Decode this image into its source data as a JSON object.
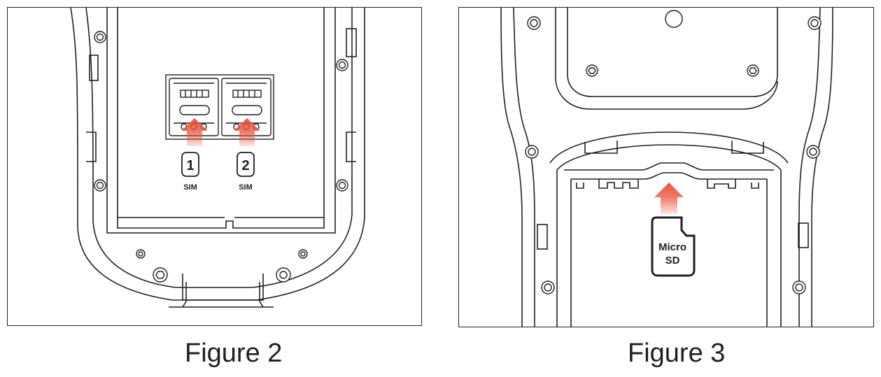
{
  "figure_left": {
    "caption_word": "Figure",
    "caption_num": "2",
    "slot1_number": "1",
    "slot1_label": "SIM",
    "slot2_number": "2",
    "slot2_label": "SIM"
  },
  "figure_right": {
    "caption_word": "Figure",
    "caption_num": "3",
    "card_line1": "Micro",
    "card_line2": "SD"
  },
  "colors": {
    "line": "#231f20",
    "arrow": "#e8553f"
  }
}
